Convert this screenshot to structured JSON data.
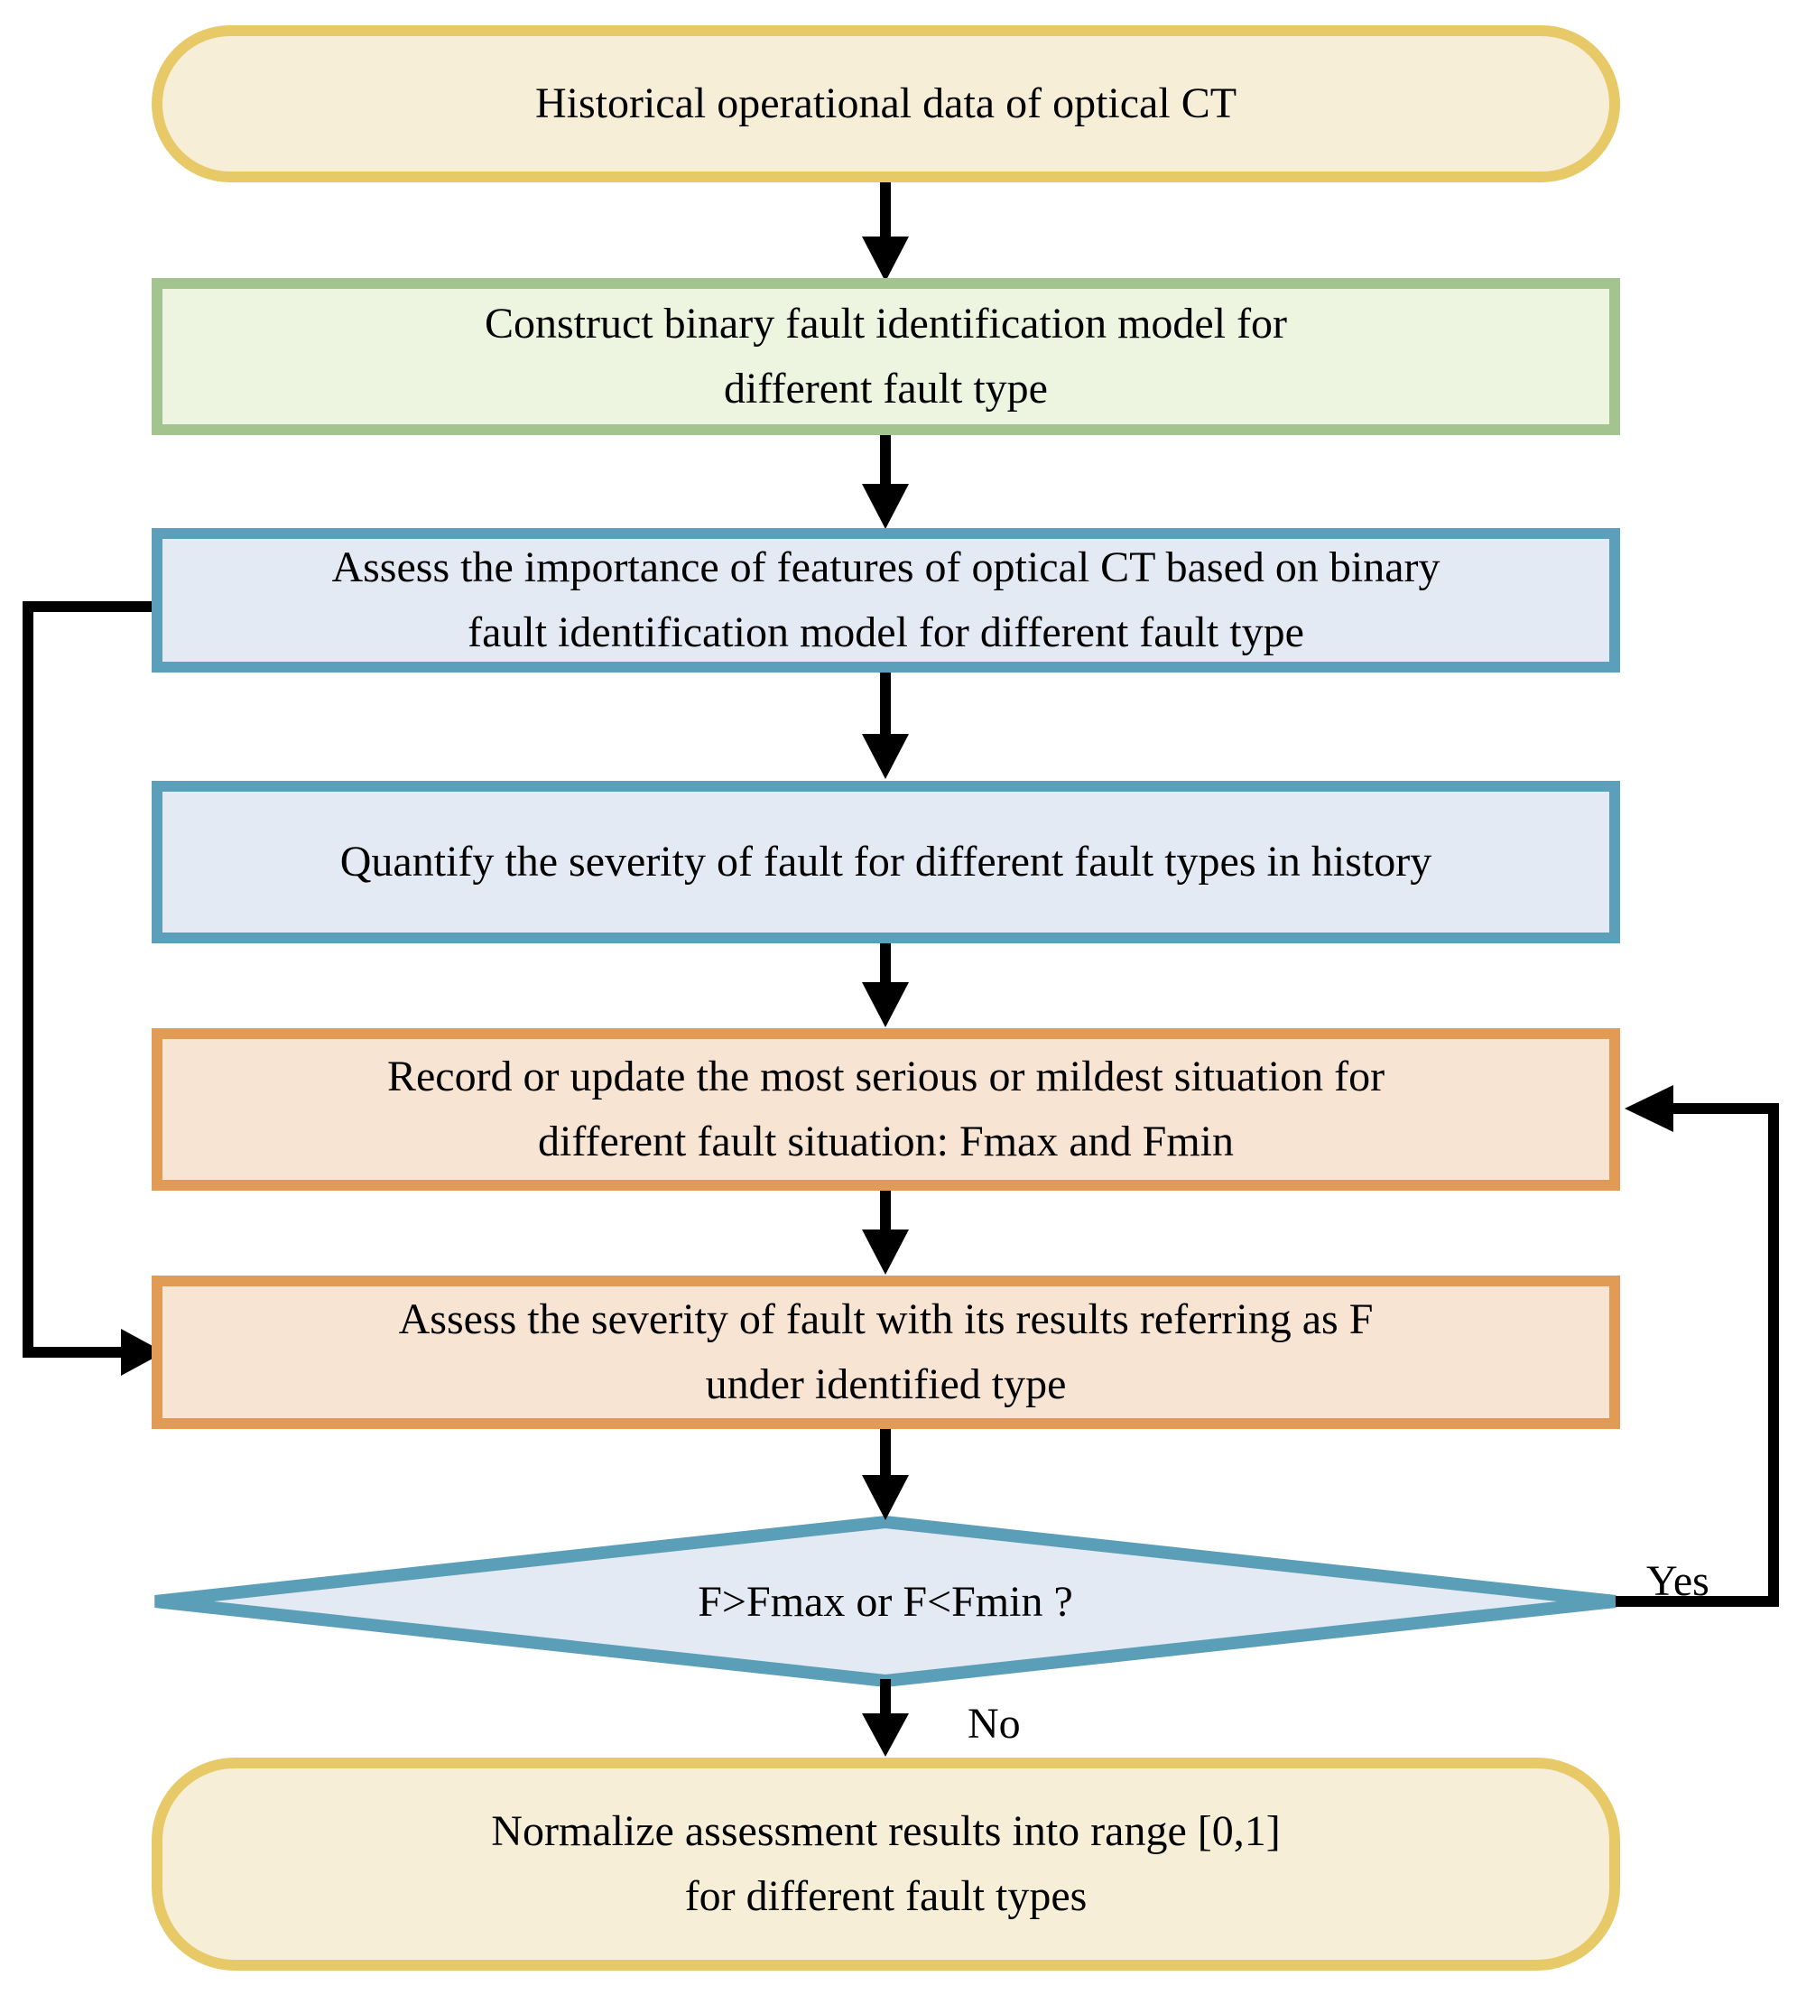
{
  "flowchart": {
    "nodes": {
      "start": {
        "text": "Historical operational data of optical CT"
      },
      "construct": {
        "line1": "Construct binary fault identification model for",
        "line2": "different fault type"
      },
      "assess_importance": {
        "line1": "Assess the importance of features of optical CT based on binary",
        "line2": "fault identification model for different fault type"
      },
      "quantify": {
        "text": "Quantify the severity of fault for different fault types in history"
      },
      "record": {
        "line1": "Record or update the most serious or mildest situation for",
        "line2": "different fault situation: Fmax and Fmin"
      },
      "assess_severity": {
        "line1": "Assess the severity of fault with its results referring as F",
        "line2": "under identified type"
      },
      "decision": {
        "text": "F>Fmax or F<Fmin ?"
      },
      "normalize": {
        "line1": "Normalize assessment results into range [0,1]",
        "line2": "for different fault types"
      }
    },
    "edge_labels": {
      "yes": "Yes",
      "no": "No"
    },
    "colors": {
      "terminal_fill": "#f6eed6",
      "terminal_border": "#e8c968",
      "green_fill": "#edf4e0",
      "green_border": "#a3c48f",
      "blue_fill": "#e4eaf4",
      "blue_border": "#5b9fba",
      "orange_fill": "#f8e4d2",
      "orange_border": "#e29b55",
      "decision_fill": "#e3eaf3",
      "decision_border": "#5b9eb7",
      "connector": "#000000"
    }
  }
}
